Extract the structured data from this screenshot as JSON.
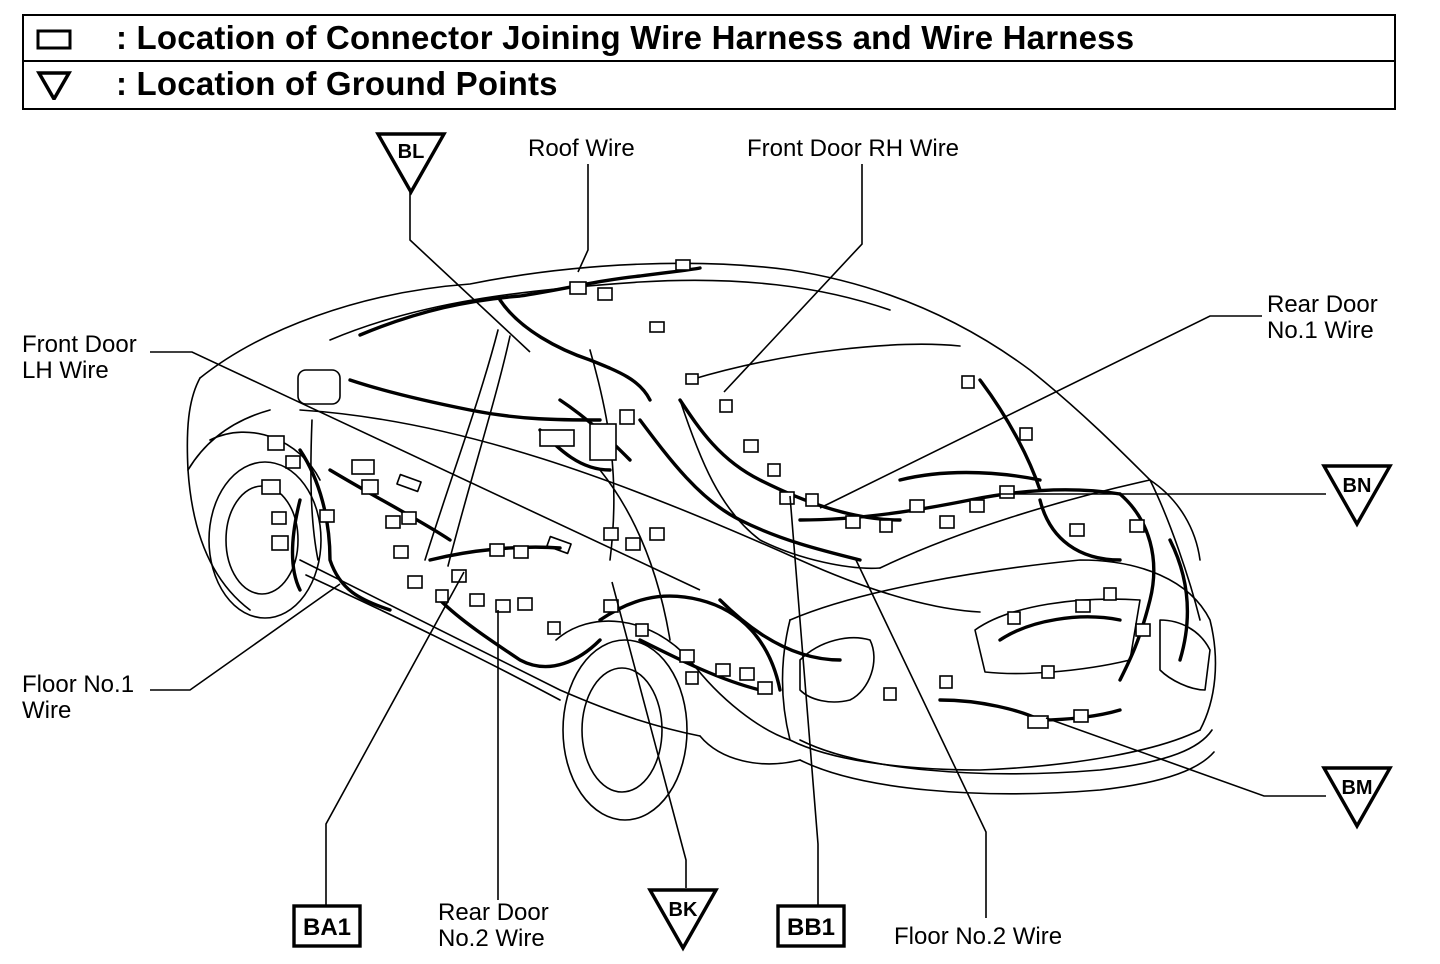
{
  "legend": {
    "connector_text": ": Location of Connector Joining Wire Harness and Wire Harness",
    "ground_text": ": Location of Ground Points"
  },
  "labels": {
    "roof_wire": "Roof Wire",
    "front_door_rh_wire": "Front Door RH Wire",
    "rear_door_no1_l1": "Rear Door",
    "rear_door_no1_l2": "No.1 Wire",
    "front_door_lh_l1": "Front Door",
    "front_door_lh_l2": "LH Wire",
    "floor_no1_l1": "Floor No.1",
    "floor_no1_l2": "Wire",
    "rear_door_no2_l1": "Rear Door",
    "rear_door_no2_l2": "No.2 Wire",
    "floor_no2_wire": "Floor No.2 Wire"
  },
  "ground_points": {
    "bl": "BL",
    "bn": "BN",
    "bm": "BM",
    "bk": "BK"
  },
  "connectors": {
    "ba1": "BA1",
    "bb1": "BB1"
  }
}
